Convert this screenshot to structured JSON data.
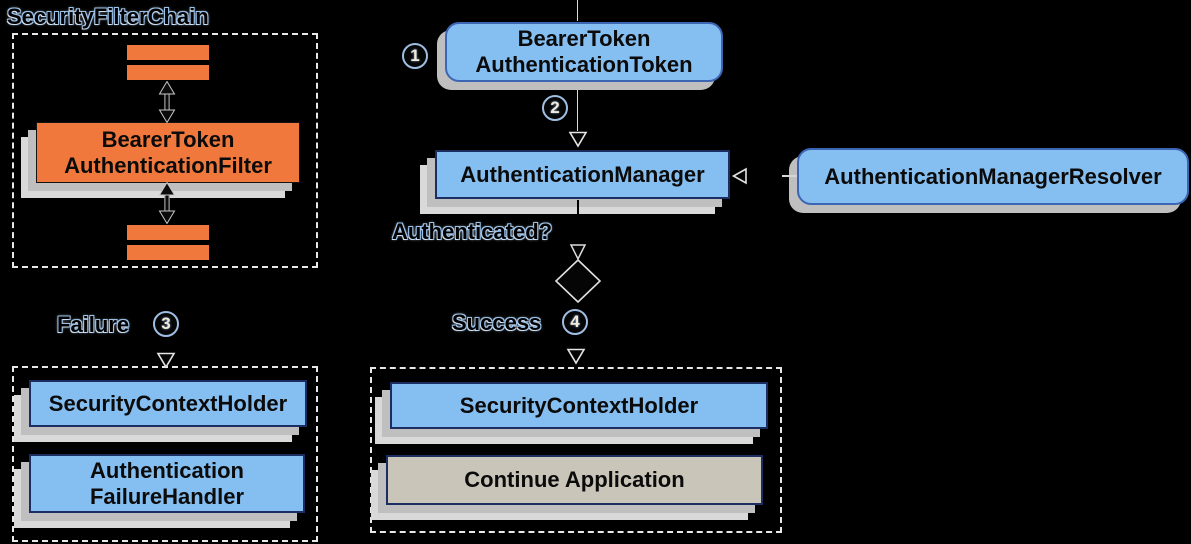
{
  "colors": {
    "background": "#000000",
    "orange": "#F0783C",
    "blue": "#85BEF0",
    "tan": "#C9C5B9",
    "box-border-dark": "#1C2D62",
    "rounded-border": "#3C66B4",
    "shadow-1": "#BFBFBF",
    "shadow-2": "#D9D9D9",
    "line": "#D9D9D9",
    "halo": "#9CC2EA"
  },
  "filter_chain": {
    "title": "SecurityFilterChain",
    "filter_line1": "BearerToken",
    "filter_line2": "AuthenticationFilter"
  },
  "flow": {
    "step1": "1",
    "step2": "2",
    "step3": "3",
    "step4": "4",
    "token_line1": "BearerToken",
    "token_line2": "AuthenticationToken",
    "manager_label": "AuthenticationManager",
    "resolver_label": "AuthenticationManagerResolver",
    "authenticated_label": "Authenticated?",
    "failure_label": "Failure",
    "success_label": "Success"
  },
  "failure_branch": {
    "context_holder_label": "SecurityContextHolder",
    "handler_line1": "Authentication",
    "handler_line2": "FailureHandler"
  },
  "success_branch": {
    "context_holder_label": "SecurityContextHolder",
    "continue_label": "Continue Application"
  }
}
